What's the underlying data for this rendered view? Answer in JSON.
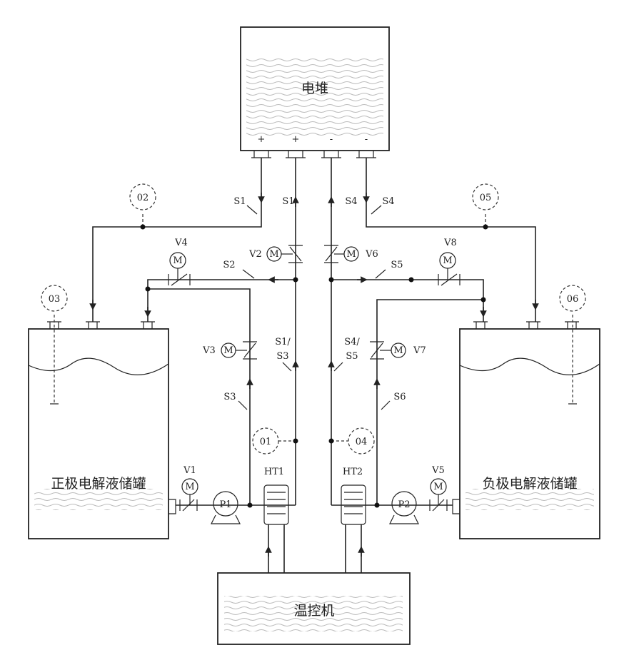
{
  "blocks": {
    "stack": "电堆",
    "pos_tank": "正极电解液储罐",
    "neg_tank": "负极电解液储罐",
    "temp_ctrl": "温控机"
  },
  "polarity": {
    "p1": "+",
    "p2": "+",
    "n1": "-",
    "n2": "-"
  },
  "sensors": {
    "s01": "01",
    "s02": "02",
    "s03": "03",
    "s04": "04",
    "s05": "05",
    "s06": "06"
  },
  "valves": {
    "v1": "V1",
    "v2": "V2",
    "v3": "V3",
    "v4": "V4",
    "v5": "V5",
    "v6": "V6",
    "v7": "V7",
    "v8": "V8"
  },
  "motor": "M",
  "pumps": {
    "p1": "P1",
    "p2": "P2"
  },
  "heaters": {
    "ht1": "HT1",
    "ht2": "HT2"
  },
  "pipes": {
    "s1a": "S1",
    "s1b": "S1",
    "s2": "S2",
    "s3": "S3",
    "s13a": "S1/",
    "s13b": "S3",
    "s4a": "S4",
    "s4b": "S4",
    "s5": "S5",
    "s6": "S6",
    "s45a": "S4/",
    "s45b": "S5"
  }
}
